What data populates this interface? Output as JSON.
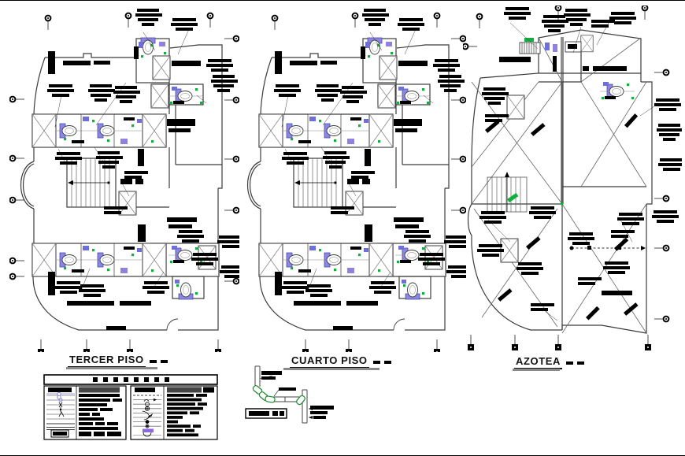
{
  "sheet": {
    "background": "#ffffff",
    "frame_color": "#000000",
    "content": "Sanitary plumbing installation sheet with three CAD floor plans, dimension markers, symbol legend table and pipe isometric detail"
  },
  "plans": [
    {
      "id": "tercer-piso",
      "title": "TERCER PISO"
    },
    {
      "id": "cuarto-piso",
      "title": "CUARTO PISO"
    },
    {
      "id": "azotea",
      "title": "AZOTEA"
    }
  ],
  "colors": {
    "wall_line": "#3c3c3c",
    "thin_line": "#777777",
    "annotation_black": "#000000",
    "fixture_blue": "#6f6fd8",
    "fixture_violet": "#9180e0",
    "accent_green": "#12ae3c",
    "hatch_gray": "#8a8a8a",
    "roof_thick_gray": "#8f8f8f",
    "title_underline_gray": "#8a8a8a",
    "detail_elbow_green": "#1c8a2e"
  },
  "legend": {
    "header_block_count": 8,
    "panels": [
      {
        "name": "left-panel",
        "symbols": [
          "water-line-double-blue",
          "valve-ring-blue",
          "cross-fitting",
          "tee-with-drop",
          "wye-fitting",
          "plain-line",
          "wide-gray-line",
          "double-black-line",
          "meter-box"
        ]
      },
      {
        "name": "right-panel",
        "symbols": [
          "dashed-vent-line",
          "flow-arrow-s-curve",
          "open-ring",
          "circled-cross",
          "elbow-drop-arrow",
          "elbow-rise-arrow",
          "filled-drain-point",
          "ring-with-dot",
          "violet-register",
          "p-trap"
        ]
      }
    ]
  },
  "detail_sketch": {
    "name": "waste-pipe-isometric-detail"
  }
}
